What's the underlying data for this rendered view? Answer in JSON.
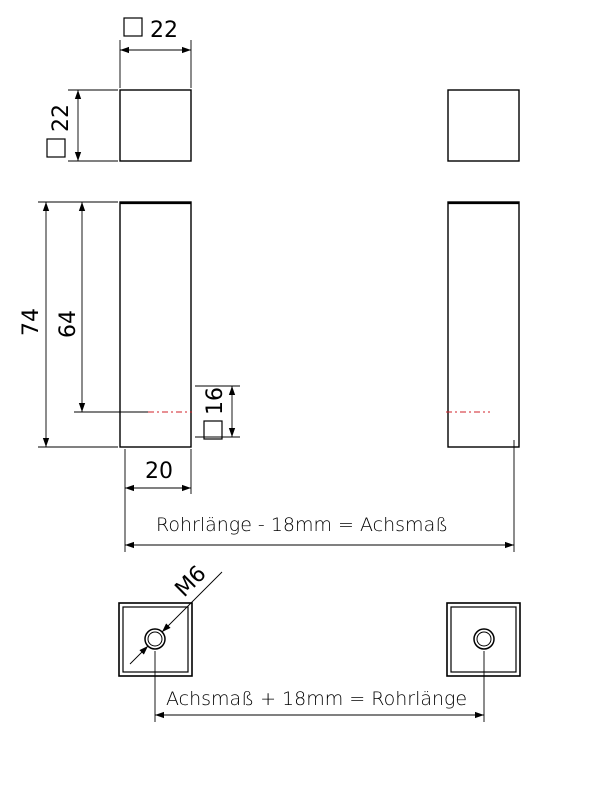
{
  "dimensions": {
    "top_width": "22",
    "top_height": "22",
    "overall_height": "74",
    "inner_height": "64",
    "bottom_section": "16",
    "body_width": "20",
    "thread": "M6"
  },
  "symbols": {
    "square_symbol": "square-icon"
  },
  "formulas": {
    "front_view": "Rohrlänge - 18mm = Achsmaß",
    "bottom_view": "Achsmaß + 18mm = Rohrlänge"
  },
  "colors": {
    "line": "#000000",
    "axis": "#d0202a"
  }
}
